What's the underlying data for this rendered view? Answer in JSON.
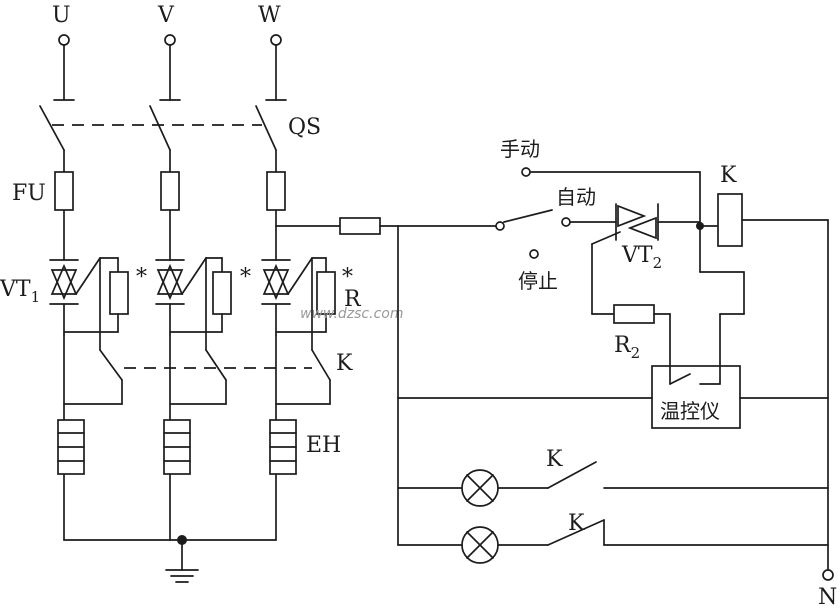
{
  "labels": {
    "phase_u": "U",
    "phase_v": "V",
    "phase_w": "W",
    "neutral": "N",
    "qs": "QS",
    "fu": "FU",
    "vt1_main": "VT",
    "vt1_sub": "1",
    "vt2_main": "VT",
    "vt2_sub": "2",
    "r_main": "R",
    "r2_main": "R",
    "r2_sub": "2",
    "k_relay": "K",
    "k_contact": "K",
    "k_lamp1": "K",
    "k_lamp2": "K",
    "eh": "EH",
    "star": "*",
    "manual": "手动",
    "auto": "自动",
    "stop": "停止",
    "thermostat": "温控仪",
    "watermark": "www.dzsc.com"
  }
}
